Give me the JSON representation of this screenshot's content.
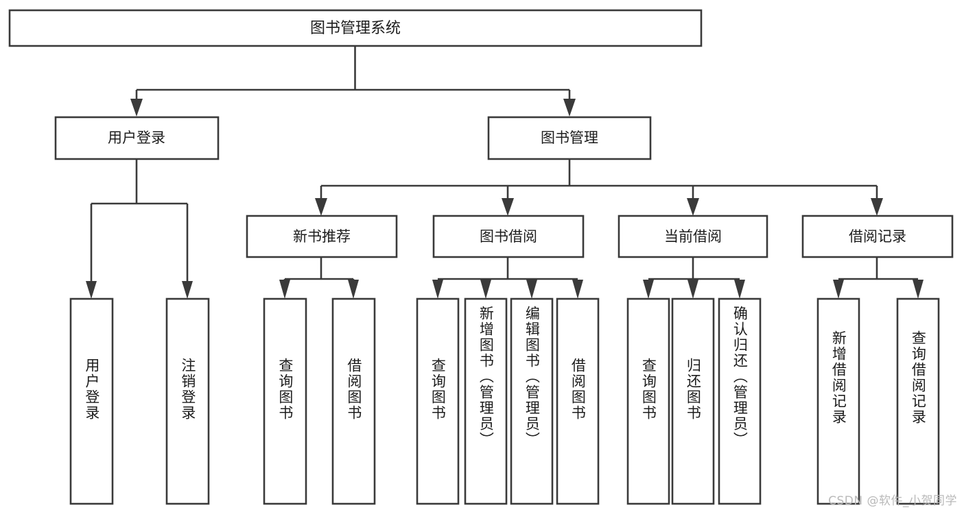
{
  "diagram": {
    "type": "hierarchy-tree",
    "title": "图书管理系统",
    "orientation": "top-down",
    "colors": {
      "box_fill": "#ffffff",
      "box_stroke": "#3a3a3a",
      "text": "#1c1c1c",
      "background": "#ffffff",
      "watermark": "#b9b9b9"
    },
    "root": {
      "label": "图书管理系统"
    },
    "level1": [
      {
        "label": "用户登录"
      },
      {
        "label": "图书管理"
      }
    ],
    "level2": [
      {
        "label": "新书推荐"
      },
      {
        "label": "图书借阅"
      },
      {
        "label": "当前借阅"
      },
      {
        "label": "借阅记录"
      }
    ],
    "leaves": {
      "user_login": [
        {
          "label": "用户登录"
        },
        {
          "label": "注销登录"
        }
      ],
      "new_book_recommend": [
        {
          "label": "查询图书"
        },
        {
          "label": "借阅图书"
        }
      ],
      "book_borrow": [
        {
          "label": "查询图书"
        },
        {
          "label": "新增图书（管理员）"
        },
        {
          "label": "编辑图书（管理员）"
        },
        {
          "label": "借阅图书"
        }
      ],
      "current_borrow": [
        {
          "label": "查询图书"
        },
        {
          "label": "归还图书"
        },
        {
          "label": "确认归还（管理员）"
        }
      ],
      "borrow_record": [
        {
          "label": "新增借阅记录"
        },
        {
          "label": "查询借阅记录"
        }
      ]
    },
    "watermark": "CSDN @软件_小贺同学"
  }
}
